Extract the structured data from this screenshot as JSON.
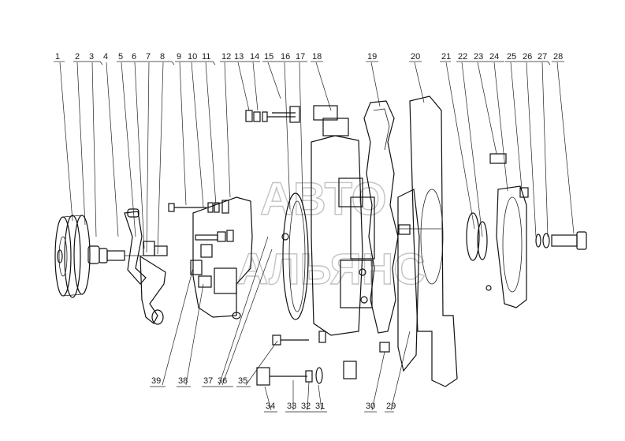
{
  "watermark": {
    "line1": "АВТО",
    "line2": "АЛЬЯНС"
  },
  "callouts_top": [
    "1",
    "2",
    "3",
    "4",
    "5",
    "6",
    "7",
    "8",
    "9",
    "10",
    "11",
    "12",
    "13",
    "14",
    "15",
    "16",
    "17",
    "18",
    "19",
    "20",
    "21",
    "22",
    "23",
    "24",
    "25",
    "26",
    "27",
    "28"
  ],
  "callouts_bottom": [
    "39",
    "38",
    "37",
    "36",
    "35",
    "34",
    "33",
    "32",
    "31",
    "30",
    "29"
  ],
  "bottom_labels": {
    "c39": "39",
    "c38": "38",
    "c37": "37",
    "c36": "36",
    "c35": "35",
    "c34": "34",
    "c33": "33",
    "c32": "32",
    "c31": "31",
    "c30": "30",
    "c29": "29"
  },
  "colors": {
    "ink": "#111111",
    "watermark": "#b9b9b9"
  }
}
